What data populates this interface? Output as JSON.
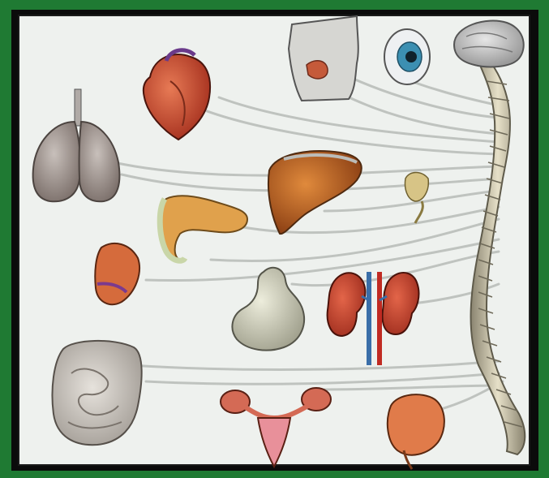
{
  "colors": {
    "frame": "#1f7a33",
    "border": "#0b0b0b",
    "background": "#eef1ee",
    "nerve": "#c8cbc8",
    "bone": "#d8d2bd",
    "organ_red": "#c8452c",
    "organ_orange": "#d87a2a"
  },
  "organs": [
    "brain",
    "eye",
    "salivary-glands",
    "heart",
    "lungs",
    "liver",
    "gallbladder",
    "pancreas",
    "spleen",
    "stomach",
    "kidneys",
    "intestines",
    "uterus-ovaries",
    "bladder"
  ]
}
